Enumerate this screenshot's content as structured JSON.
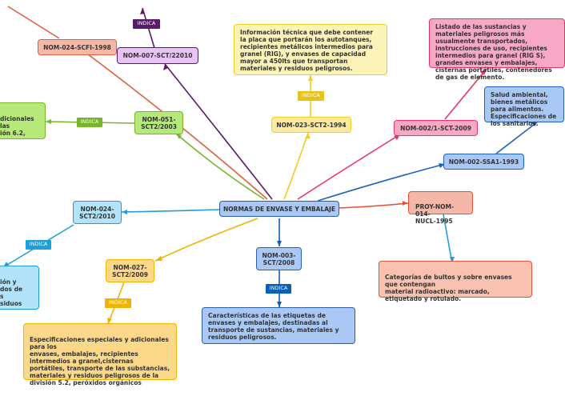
{
  "root": "NORMAS DE ENVASE Y EMBALAJE",
  "colors": {
    "purple": "#5b1a6e",
    "red": "#e0603e",
    "green": "#78b52b",
    "yellow": "#f2cd1f",
    "pink": "#e8346d",
    "blue": "#1f63b8",
    "lightblue": "#1f9ed8",
    "orange": "#f0b400",
    "darkblue": "#0a5fb8",
    "salmon": "#e8503a"
  },
  "nodes": {
    "nom007": "NOM-007-SCT/22010",
    "nom024scfi": "NOM-024-SCFI-1998",
    "nom051": "NOM-051-\nSCT2/2003",
    "nom051_desc": "dicionales\nlas\nión 6.2,",
    "nom023": "NOM-023-SCT2-1994",
    "nom023_desc": "Información técnica que debe contener la placa que portarán los autotanques,  recipientes metálicos intermedios para granel (RIG), y envases de capacidad mayor a 450lts que transportan materiales y residuos peligrosos.",
    "nom002_1": "NOM-002/1-SCT-2009",
    "nom002_1_desc": "Listado de las sustancias y materiales peligrosos más usualmente transportados, instrucciones de uso, recipientes intermedios para granel (RIG S), grandes envases y embalajes, cisternas portátiles, contenedores de gas de elemento.",
    "nom002ssa": "NOM-002-SSA1-1993",
    "nom002ssa_desc": "Salud ambiental, bienes metálicos para alimentos. Especificaciones de los sanitarios.",
    "proy": "PROY-NOM-014-\nNUCL-1995",
    "proy_desc": "Categorías de bultos y sobre envases que contengan\n material radioactivo: marcado, etiquetado y rotulado.",
    "nom024sct": "NOM-024-\nSCT2/2010",
    "nom024sct_desc": "ión y\ndos de\ns\nsiduos",
    "nom027": "NOM-027-\nSCT2/2009",
    "nom027_desc": "Especificaciones especiales y adicionales para los\nenvases, embalajes, recipientes intermedios a granel,cisternas portátiles, transporte de las substancias, materiales y residuos peligrosos de la división 5.2, peróxidos orgánicos",
    "nom003": "NOM-003-\nSCT/2008",
    "nom003_desc": "Características de las etiquetas de envases y embalajes, destinadas al transporte de sustancias, materiales y residuos peligrosos."
  },
  "tags": {
    "t_nom007": "INDICA",
    "t_nom051": "INDICA",
    "t_nom023": "INDICA",
    "t_nom024": "INDICA",
    "t_nom027": "INDICA",
    "t_nom003": "INDICA"
  }
}
